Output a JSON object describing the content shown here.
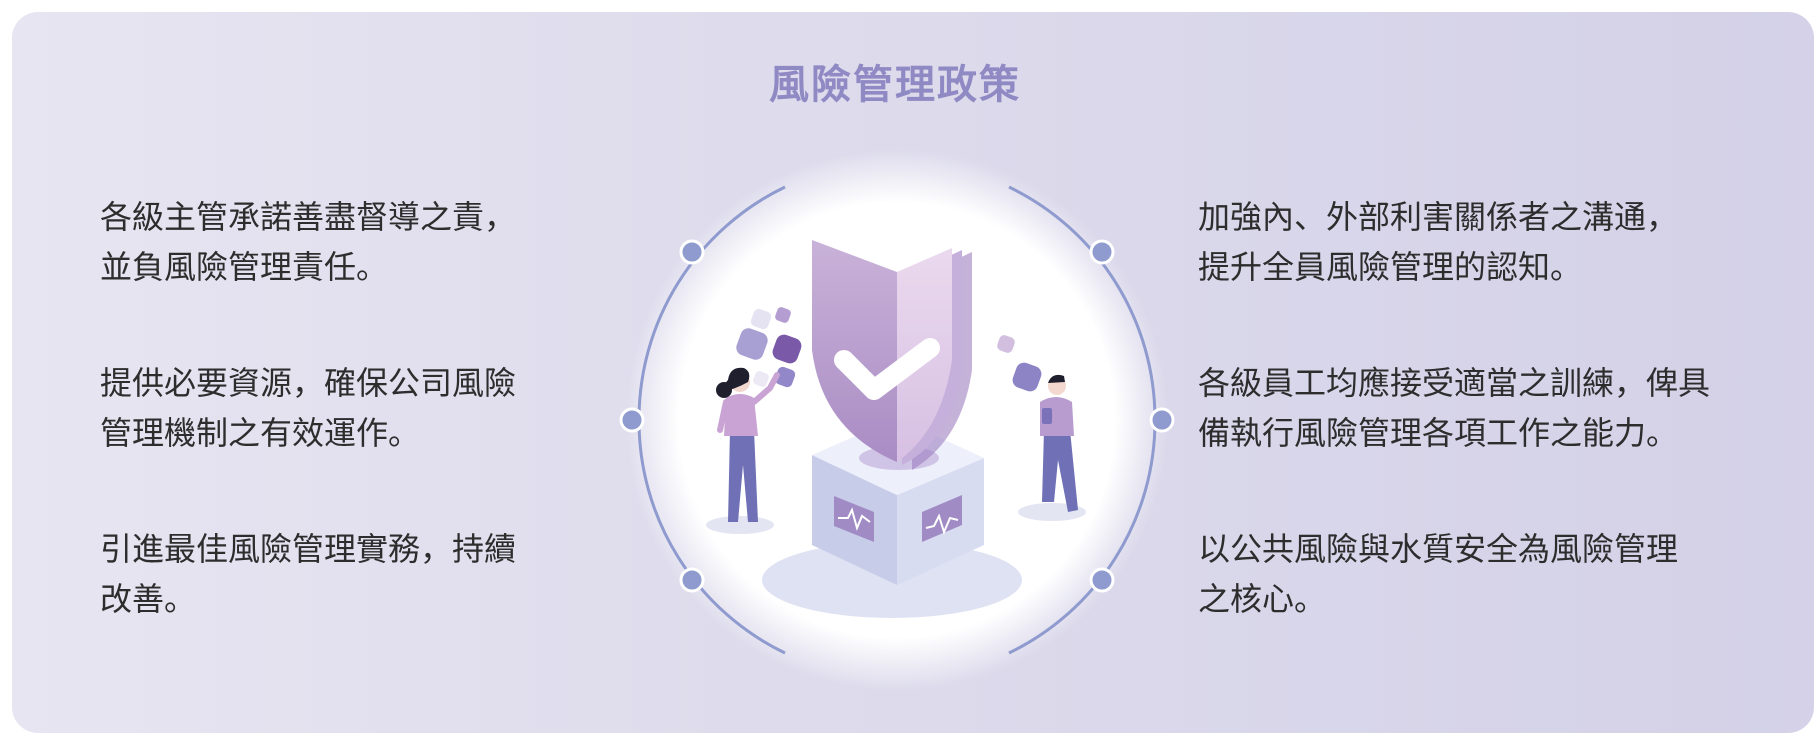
{
  "title": "風險管理政策",
  "left_items": [
    {
      "line1": "各級主管承諾善盡督導之責，",
      "line2": "並負風險管理責任。"
    },
    {
      "line1": "提供必要資源，確保公司風險",
      "line2": "管理機制之有效運作。"
    },
    {
      "line1": "引進最佳風險管理實務，持續",
      "line2": "改善。"
    }
  ],
  "right_items": [
    {
      "line1": "加強內、外部利害關係者之溝通，",
      "line2": "提升全員風險管理的認知。"
    },
    {
      "line1": "各級員工均應接受適當之訓練，俾具",
      "line2": "備執行風險管理各項工作之能力。"
    },
    {
      "line1": "以公共風險與水質安全為風險管理",
      "line2": "之核心。"
    }
  ],
  "colors": {
    "title": "#8f89c4",
    "ring": "#8f9bcf",
    "text": "#2d2d2d",
    "panel_bg": "#dedcec"
  },
  "illustration": {
    "icons": [
      "shield-check-icon",
      "person-woman-icon",
      "person-man-icon",
      "monitor-pedestal-icon"
    ]
  }
}
